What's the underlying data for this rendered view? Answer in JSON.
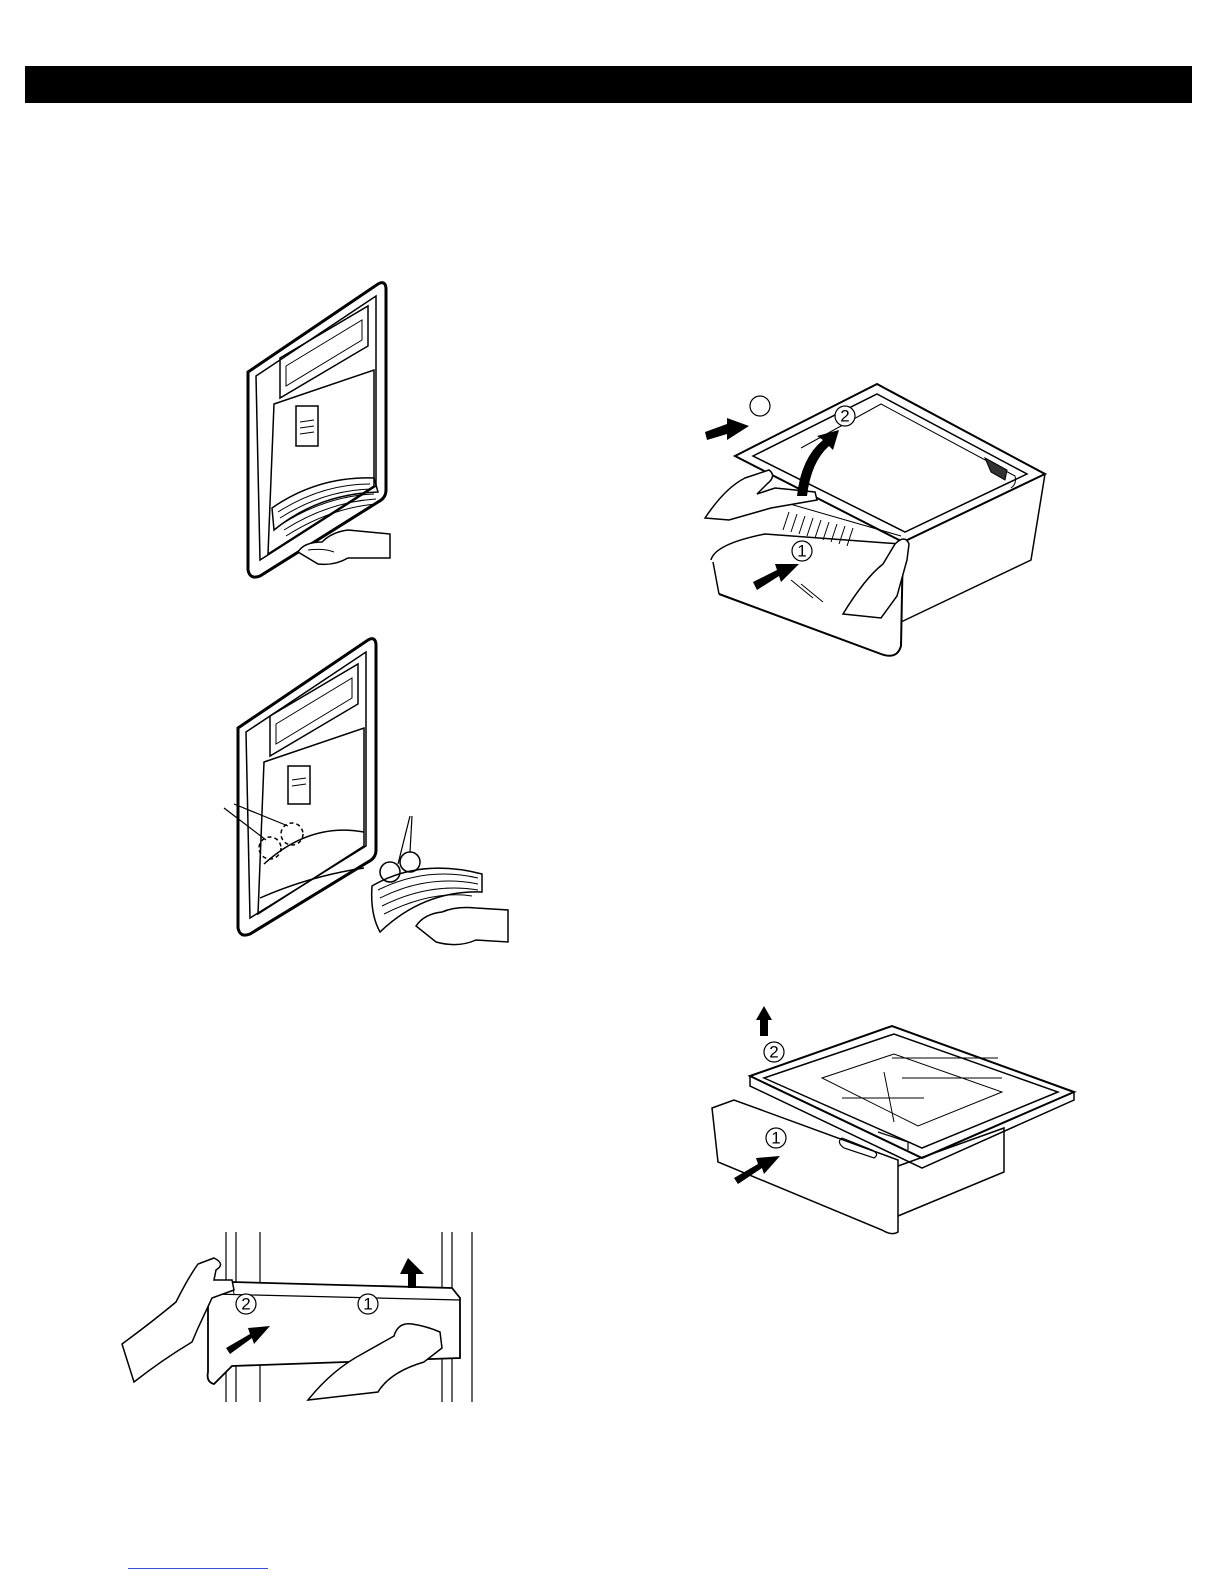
{
  "figures": {
    "pull_out_drawer": {
      "callouts": [
        "2",
        "1"
      ]
    },
    "drawer_lift_off": {
      "callouts": [
        "2",
        "1"
      ]
    },
    "door_bin": {
      "callouts": [
        "2",
        "1"
      ]
    }
  },
  "colors": {
    "line": "#000000",
    "background": "#ffffff",
    "link": "#3a4fd6"
  }
}
